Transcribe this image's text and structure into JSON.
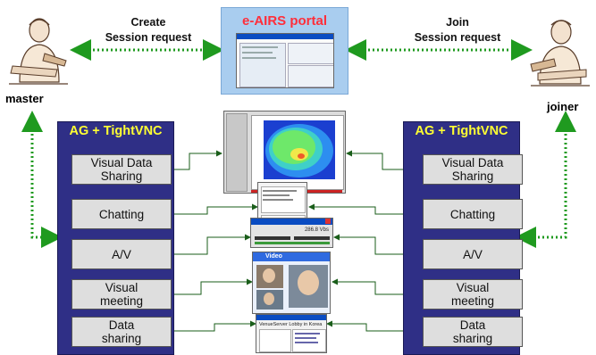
{
  "portal": {
    "title": "e-AIRS portal"
  },
  "labels": {
    "create_request": "Create\nSession request",
    "join_request": "Join\nSession request"
  },
  "roles": {
    "master": "master",
    "joiner": "joiner"
  },
  "panels": {
    "left_title": "AG + TightVNC",
    "right_title": "AG + TightVNC",
    "items": [
      "Visual Data\nSharing",
      "Chatting",
      "A/V",
      "Visual\nmeeting",
      "Data\nsharing"
    ]
  },
  "windows": {
    "av_readout": "286.8 Vbs",
    "video_title": "Video",
    "data_title": "VenueServer Lobby in Korea"
  },
  "colors": {
    "panel": "#2f2f86",
    "panel_title": "#ffff33",
    "portal_bg": "#a9cdef",
    "portal_title": "#ff2e3a",
    "dotted_arrow": "#1f9a1f",
    "connector": "#1a5e1a"
  }
}
